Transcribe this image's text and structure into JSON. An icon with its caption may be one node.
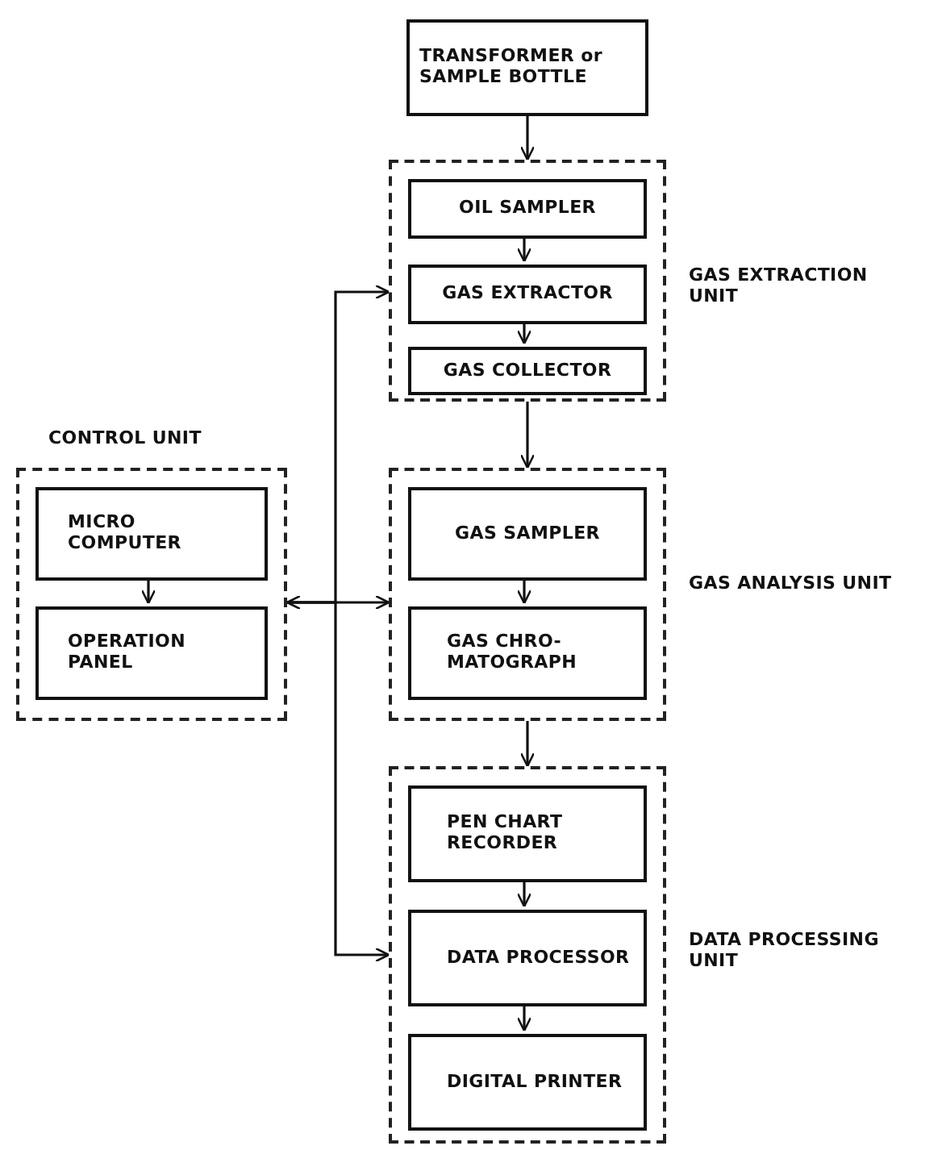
{
  "diagram": {
    "nodes": [
      {
        "text": [
          "TRANSFORMER or SAMPLE BOTTLE"
        ]
      },
      {
        "text": [
          "GAS EXTRACTION UNIT"
        ]
      },
      {
        "text": [
          "OIL SAMPLER"
        ],
        "in": 1
      },
      {
        "text": [
          "GAS EXTRACTOR"
        ],
        "in": 1
      },
      {
        "text": [
          "GAS COLLECTOR"
        ],
        "in": 1
      },
      {
        "text": [
          "CONTROL UNIT"
        ]
      },
      {
        "text": [
          "MICRO COMPUTER"
        ],
        "in": 5
      },
      {
        "text": [
          "OPERATION PANEL"
        ],
        "in": 5
      },
      {
        "text": [
          "GAS ANALYSIS UNIT"
        ]
      },
      {
        "text": [
          "GAS SAMPLER"
        ],
        "in": 8
      },
      {
        "text": [
          "GAS CHRO- MATOGRAPH"
        ],
        "in": 8
      },
      {
        "text": [
          "DATA PROCESSING UNIT"
        ]
      },
      {
        "text": [
          "PEN CHART RECORDER"
        ],
        "in": 11
      },
      {
        "text": [
          "DATA PROCESSOR"
        ],
        "in": 11
      },
      {
        "text": [
          "DIGITAL PRINTER"
        ],
        "in": 11
      }
    ],
    "edges": [
      {
        "from": 0,
        "to": 1,
        "arrow": "to"
      },
      {
        "from": 2,
        "to": 3,
        "arrow": "to"
      },
      {
        "from": 3,
        "to": 4,
        "arrow": "to"
      },
      {
        "from": 1,
        "to": 8,
        "arrow": "to"
      },
      {
        "from": 9,
        "to": 10,
        "arrow": "to"
      },
      {
        "from": 8,
        "to": 11,
        "arrow": "to"
      },
      {
        "from": 12,
        "to": 13,
        "arrow": "to"
      },
      {
        "from": 13,
        "to": 14,
        "arrow": "to"
      },
      {
        "from": 6,
        "to": 7,
        "arrow": "to"
      },
      {
        "from": 5,
        "to": 8,
        "arrow": "both"
      },
      {
        "from": 5,
        "to": 1,
        "arrow": "to"
      },
      {
        "from": 5,
        "to": 11,
        "arrow": "to"
      }
    ]
  }
}
